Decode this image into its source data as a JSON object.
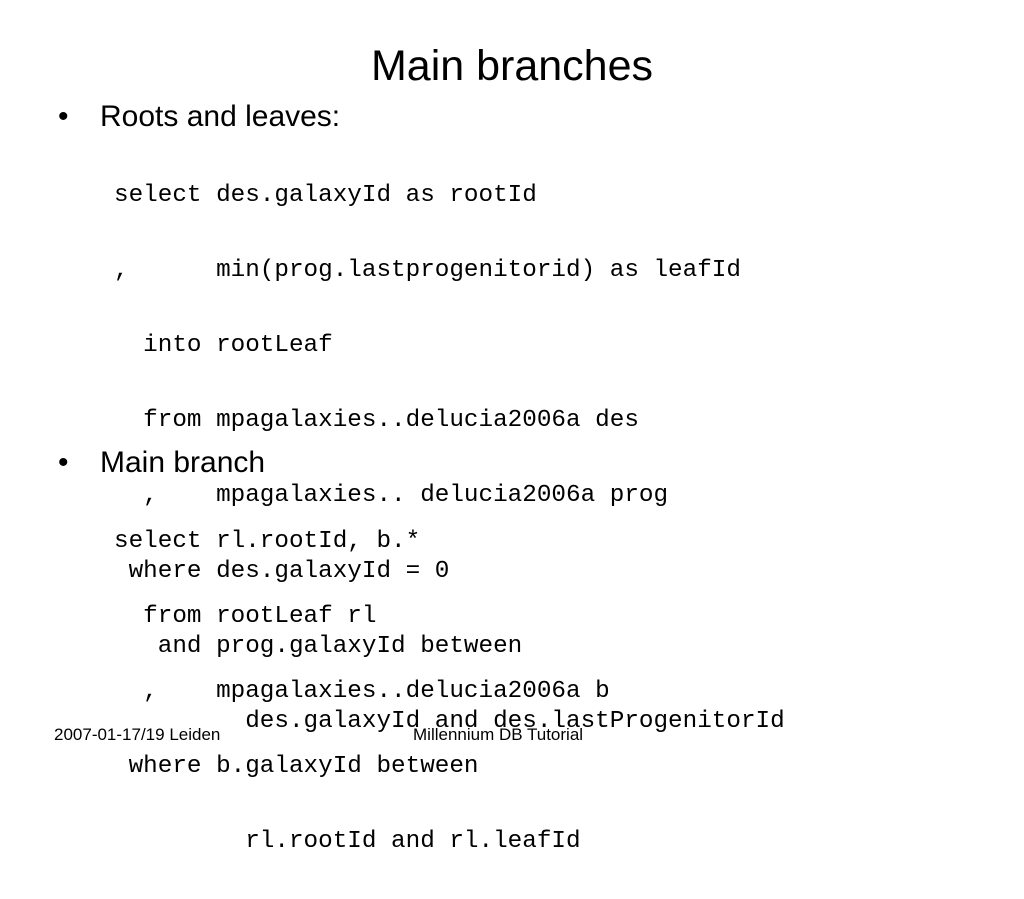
{
  "title": "Main branches",
  "sections": [
    {
      "bullet": "•",
      "heading": "Roots and leaves:",
      "code": [
        "select des.galaxyId as rootId",
        ",      min(prog.lastprogenitorid) as leafId",
        "  into rootLeaf",
        "  from mpagalaxies..delucia2006a des",
        "  ,    mpagalaxies.. delucia2006a prog",
        " where des.galaxyId = 0",
        "   and prog.galaxyId between",
        "         des.galaxyId and des.lastProgenitorId"
      ]
    },
    {
      "bullet": "•",
      "heading": "Main branch",
      "code": [
        "select rl.rootId, b.*",
        "  from rootLeaf rl",
        "  ,    mpagalaxies..delucia2006a b",
        " where b.galaxyId between",
        "         rl.rootId and rl.leafId"
      ]
    }
  ],
  "footer": {
    "left": "2007-01-17/19 Leiden",
    "center": "Millennium DB Tutorial"
  }
}
